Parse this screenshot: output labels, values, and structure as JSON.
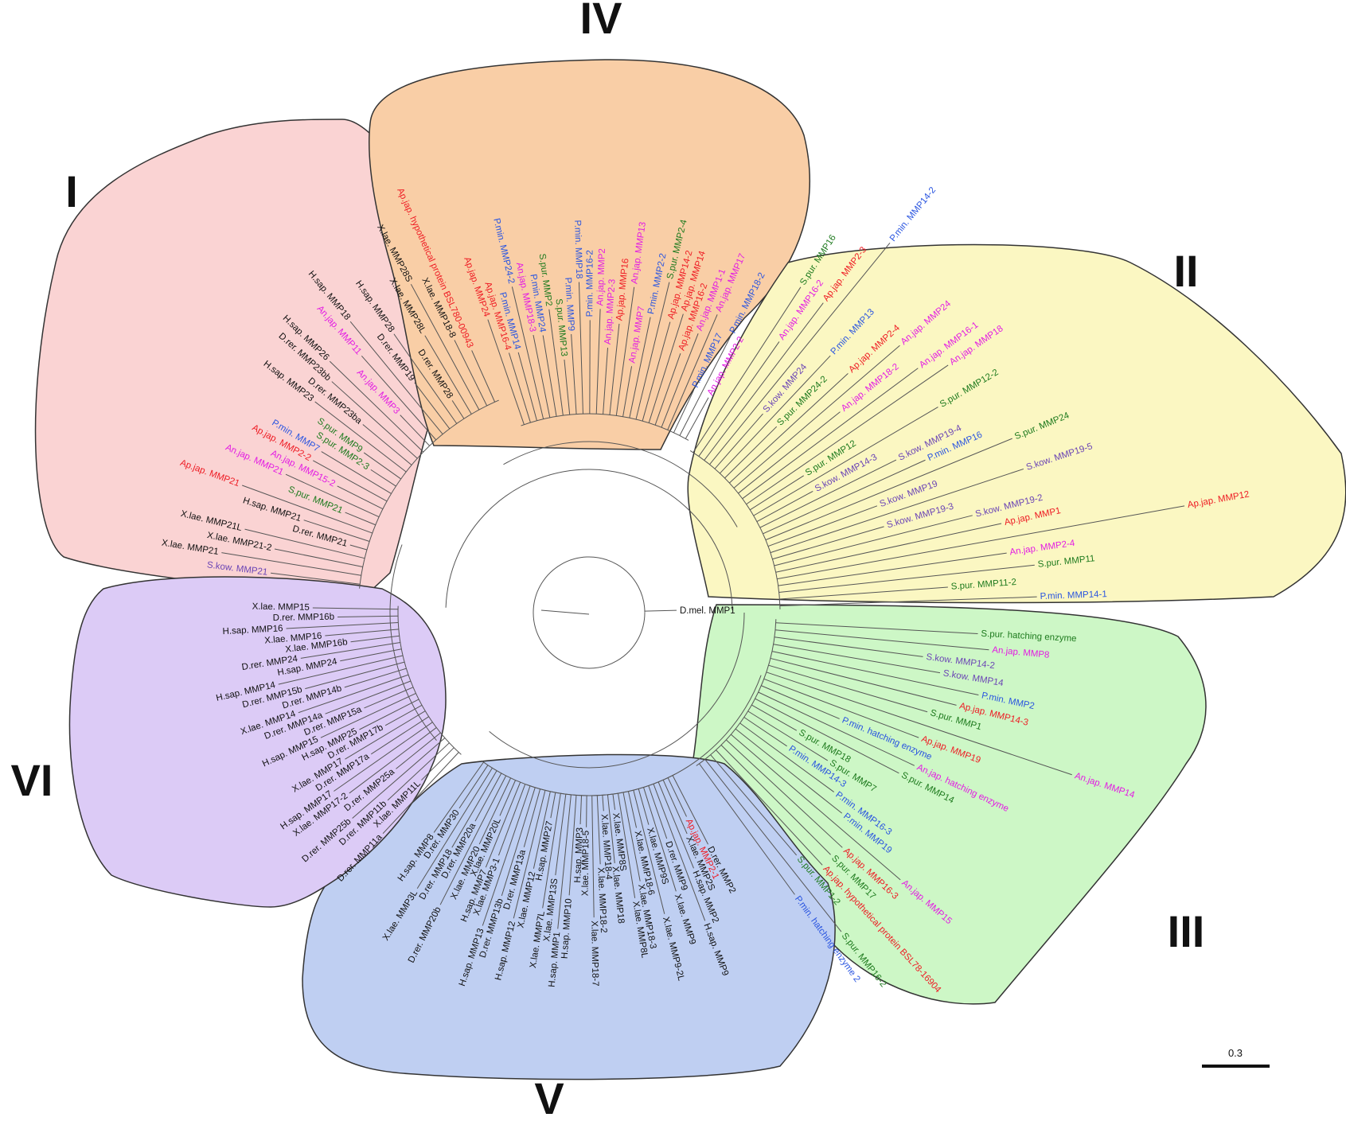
{
  "colors": {
    "Ap.jap.": "#ee1c24",
    "An.jap.": "#e31be3",
    "P.min.": "#2a55e0",
    "S.pur.": "#1e7a1e",
    "S.kow.": "#6b45b5",
    "other": "#111111",
    "fill_I": "#fad3d3",
    "fill_II": "#fbf7c2",
    "fill_III": "#cdf7c6",
    "fill_IV": "#f9cea6",
    "fill_V": "#bfcff2",
    "fill_VI": "#dccbf6"
  },
  "root_leaf": "D.mel. MMP1",
  "scale_bar": {
    "label": "0.3"
  },
  "clades": [
    {
      "id": "I",
      "label": "I",
      "leaves": [
        "S.kow. MMP21",
        "X.lae. MMP21",
        "X.lae. MMP21-2",
        "X.lae. MMP21L",
        "D.rer. MMP21",
        "H.sap. MMP21",
        "Ap.jap. MMP21",
        "S.pur. MMP21",
        "An.jap. MMP21",
        "An.jap. MMP15-2",
        "Ap.jap. MMP2-2",
        "P.min. MMP7",
        "S.pur. MMP2-3",
        "S.pur. MMP9",
        "H.sap. MMP23",
        "D.rer. MMP23ba",
        "D.rer. MMP23bb",
        "H.sap. MMP26",
        "An.jap. MMP3",
        "An.jap. MMP11",
        "H.sap. MMP18",
        "D.rer. MMP19",
        "H.sap. MMP28",
        "D.rer. MMP28",
        "X.lae. MMP28L",
        "X.lae. MMP28S",
        "X.lae. MMP18-8",
        "Ap.jap. hypothetical protein BSL780-00943"
      ]
    },
    {
      "id": "IV",
      "label": "IV",
      "leaves": [
        "Ap.jap. MMP24",
        "Ap.jap. MMP16-4",
        "P.min. MMP14",
        "P.min. MMP24-2",
        "An.jap. MMP18-3",
        "P.min. MMP24",
        "S.pur. MMP2",
        "S.pur. MMP13",
        "P.min. MMP9",
        "P.min. MMP18",
        "P.min. MMP16-2",
        "An.jap. MMP2",
        "An.jap. MMP2-3",
        "Ap.jap. MMP16",
        "An.jap. MMP13",
        "An.jap. MMP7",
        "P.min. MMP2-2",
        "S.pur. MMP2-4",
        "Ap.jap. MMP14-2",
        "Ap.jap. MMP14",
        "Ap.jap. MMP16-2",
        "An.jap. MMP1-1",
        "An.jap. MMP17",
        "P.min. MMP17",
        "P.min. MMP18-2",
        "An.jap. MMP2-2"
      ]
    },
    {
      "id": "II",
      "label": "II",
      "leaves": [
        "S.pur. MMP16",
        "An.jap. MMP16-2",
        "Ap.jap. MMP2-3",
        "P.min. MMP14-2",
        "S.kow. MMP24",
        "P.min. MMP13",
        "S.pur. MMP24-2",
        "Ap.jap. MMP2-4",
        "An.jap. MMP24",
        "An.jap. MMP18-2",
        "An.jap. MMP16-1",
        "An.jap. MMP18",
        "S.pur. MMP12",
        "S.pur. MMP12-2",
        "S.kow. MMP14-3",
        "S.kow. MMP19-4",
        "P.min. MMP16",
        "S.pur. MMP24",
        "S.kow. MMP19",
        "S.kow. MMP19-5",
        "S.kow. MMP19-3",
        "S.kow. MMP19-2",
        "Ap.jap. MMP1",
        "Ap.jap. MMP12",
        "An.jap. MMP2-4",
        "S.pur. MMP11",
        "S.pur. MMP11-2",
        "P.min. MMP14-1"
      ]
    },
    {
      "id": "III",
      "label": "III",
      "leaves": [
        "S.pur. hatching enzyme",
        "An.jap. MMP8",
        "S.kow. MMP14-2",
        "S.kow. MMP14",
        "P.min. MMP2",
        "Ap.jap. MMP14-3",
        "S.pur. MMP1",
        "An.jap. MMP14",
        "Ap.jap. MMP19",
        "P.min. hatching enzyme",
        "An.jap. hatching enzyme",
        "S.pur. MMP14",
        "S.pur. MMP18",
        "S.pur. MMP7",
        "P.min. MMP14-3",
        "P.min. MMP16-3",
        "P.min. MMP19",
        "An.jap. MMP15",
        "Ap.jap. MMP16-3",
        "S.pur. MMP17",
        "Ap.jap. hypothetical protein BSL78-16904",
        "S.pur. MMP1-2",
        "S.pur. MMP16-2",
        "P.min. hatching enzyme 2"
      ]
    },
    {
      "id": "V",
      "label": "V",
      "leaves": [
        "D.rer. MMP2",
        "Ap.jap. MMP2-1",
        "X.lae. MMP2S",
        "H.sap. MMP2",
        "H.sap. MMP9",
        "D.rer. MMP9",
        "X.lae. MMP9",
        "X.lae. MMP9S",
        "X.lae. MMP9-2L",
        "X.lae. MMP18-6",
        "X.lae. MMP18-3",
        "X.lae. MMP8L",
        "X.lae. MMP8S",
        "X.lae. MMP18",
        "X.lae. MMP18-4",
        "X.lae. MMP18-2",
        "X.lae. MMP18-7",
        "X.lae. MMP18-5",
        "H.sap. MMP3",
        "H.sap. MMP10",
        "H.sap. MMP1",
        "X.lae. MMP13S",
        "X.lae. MMP7L",
        "H.sap. MMP27",
        "X.lae. MMP12",
        "H.sap. MMP12",
        "D.rer. MMP13a",
        "D.rer. MMP13b",
        "H.sap. MMP13",
        "X.lae. MMP3-1",
        "H.sap. MMP7",
        "X.lae. MMP20L",
        "X.lae. MMP20",
        "D.rer. MMP20b",
        "D.rer. MMP20a",
        "D.rer. MMP18",
        "X.lae. MMP3L",
        "D.rer. MMP30",
        "H.sap. MMP8"
      ]
    },
    {
      "id": "VI",
      "label": "VI",
      "leaves": [
        "D.rer. MMP11a",
        "X.lae. MMP11L",
        "D.rer. MMP11b",
        "D.rer. MMP25b",
        "D.rer. MMP25a",
        "X.lae. MMP17-2",
        "H.sap. MMP17",
        "D.rer. MMP17a",
        "X.lae. MMP17",
        "D.rer. MMP17b",
        "H.sap. MMP25",
        "H.sap. MMP15",
        "D.rer. MMP15a",
        "D.rer. MMP14a",
        "X.lae. MMP14",
        "D.rer. MMP14b",
        "D.rer. MMP15b",
        "H.sap. MMP14",
        "H.sap. MMP24",
        "D.rer. MMP24",
        "X.lae. MMP16b",
        "X.lae. MMP16",
        "H.sap. MMP16",
        "D.rer. MMP16b",
        "X.lae. MMP15"
      ]
    }
  ]
}
